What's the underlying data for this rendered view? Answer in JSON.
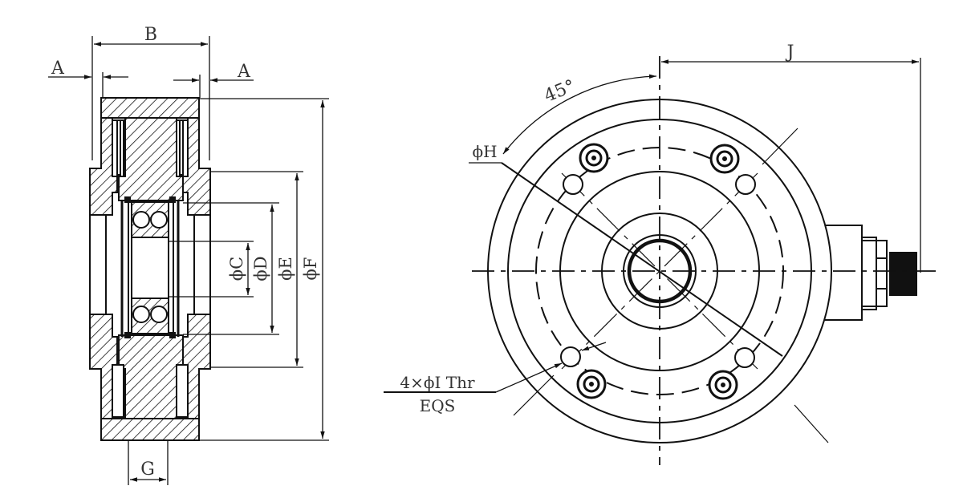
{
  "drawing": {
    "type": "technical-drawing",
    "subject": "Load cell / flange sensor with connector",
    "line_color": "#111111",
    "text_color": "#333333",
    "background": "#ffffff"
  },
  "section_view": {
    "labels": {
      "A_left": "A",
      "A_right": "A",
      "B": "B",
      "C": "ϕC",
      "D": "ϕD",
      "E": "ϕE",
      "F": "ϕF",
      "G": "G"
    }
  },
  "front_view": {
    "labels": {
      "angle": "45°",
      "H": "ϕH",
      "J": "J",
      "holes": "4×ϕI Thr",
      "holes_note": "EQS"
    }
  }
}
